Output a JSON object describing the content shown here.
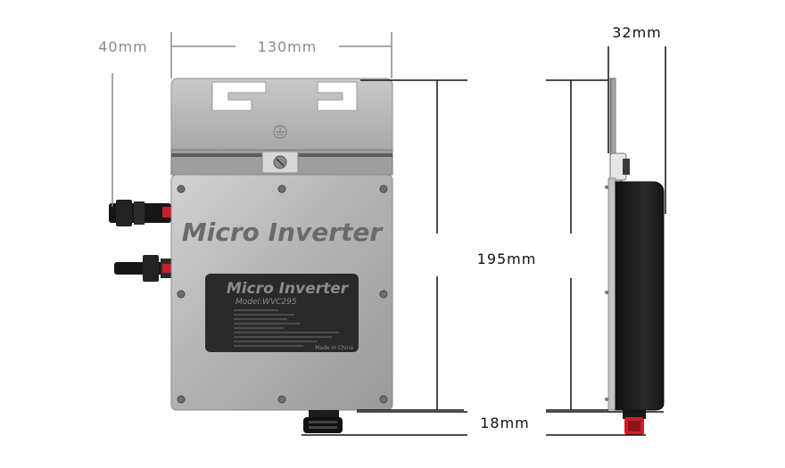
{
  "dimensions": {
    "depth_left": "40mm",
    "width": "130mm",
    "height": "195mm",
    "depth_right": "32mm",
    "connector": "18mm"
  },
  "device": {
    "brand_text": "Micro Inverter",
    "label_title": "Micro Inverter",
    "label_model": "Model:WVC295",
    "label_made": "Made in China"
  },
  "colors": {
    "body_metal": "#b9b9b9",
    "label_black": "#2a2a2a",
    "side_black": "#1c1c1c",
    "cable_red": "#c8202a",
    "dim_grey": "#8a8a8a",
    "dim_black": "#111111"
  }
}
